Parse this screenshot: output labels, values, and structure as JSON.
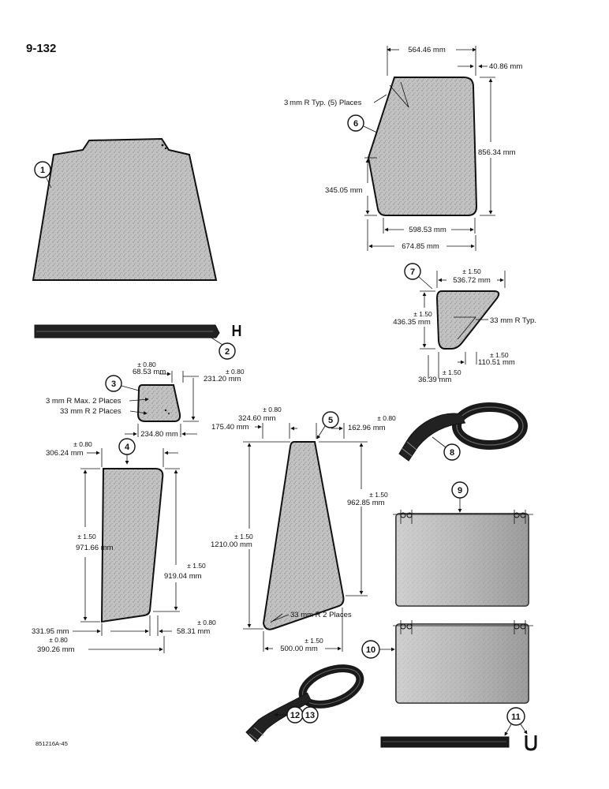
{
  "page_number": "9-132",
  "figure_code": "851216A-45",
  "callouts": {
    "c1": "1",
    "c2": "2",
    "c3": "3",
    "c4": "4",
    "c5": "5",
    "c6": "6",
    "c7": "7",
    "c8": "8",
    "c9": "9",
    "c10": "10",
    "c11": "11",
    "c12": "12",
    "c13": "13"
  },
  "part6": {
    "top_width": "564.46 mm",
    "offset": "40.86 mm",
    "radius_note": "3 mm R Typ. (5) Places",
    "height": "856.34 mm",
    "left_height": "345.05 mm",
    "bottom_width": "598.53 mm",
    "overall_width": "674.85 mm"
  },
  "part7": {
    "top_tol": "± 1.50",
    "top_width": "536.72 mm",
    "height_tol": "± 1.50",
    "height": "436.35 mm",
    "radius_note": "33 mm R Typ.",
    "bottom_tol": "± 1.50",
    "bottom_width": "110.51 mm",
    "offset_tol": "± 1.50",
    "offset": "36.39 mm"
  },
  "part3": {
    "top_tol": "± 0.80",
    "top_width": "68.53 mm",
    "height_tol": "± 0.80",
    "height": "231.20 mm",
    "radius_note_1": "3 mm R Max. 2 Places",
    "radius_note_2": "33 mm R 2 Places",
    "bottom_width": "234.80 mm"
  },
  "part4": {
    "top_tol": "± 0.80",
    "top_width": "306.24 mm",
    "left_tol": "± 1.50",
    "left_height": "971.66 mm",
    "right_tol": "± 1.50",
    "right_height": "919.04 mm",
    "bottom_width": "331.95 mm",
    "offset_tol": "± 0.80",
    "offset": "58.31 mm",
    "overall_tol": "± 0.80",
    "overall_width": "390.26 mm"
  },
  "part5": {
    "top_tol": "± 0.80",
    "top_left": "324.60 mm",
    "left_offset": "175.40 mm",
    "right_tol": "± 0.80",
    "right_offset": "162.96 mm",
    "right_height_tol": "± 1.50",
    "right_height": "962.85 mm",
    "left_height_tol": "± 1.50",
    "left_height": "1210.00 mm",
    "radius_note": "33 mm R 2 Places",
    "bottom_tol": "± 1.50",
    "bottom_width": "500.00 mm"
  },
  "colors": {
    "ink": "#111111",
    "fill": "#b9b9b9"
  }
}
